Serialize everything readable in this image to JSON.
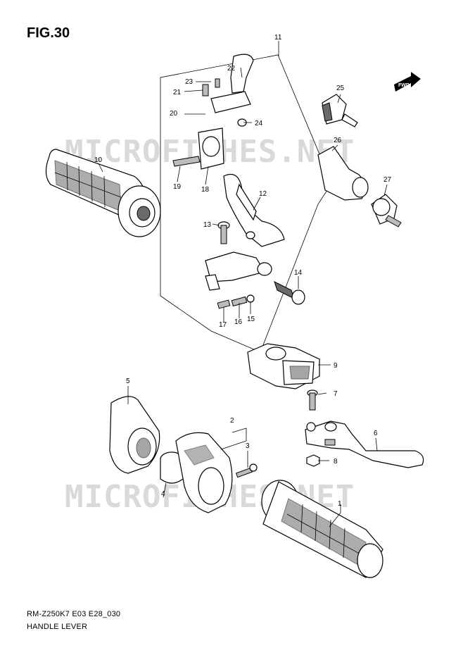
{
  "figure": {
    "title": "FIG.30",
    "code": "RM-Z250K7 E03 E28_030",
    "name": "HANDLE LEVER",
    "watermark": "MICROFICHES.NET",
    "fwd_label": "FWD"
  },
  "callouts": {
    "c1": "1",
    "c2": "2",
    "c3": "3",
    "c4": "4",
    "c5": "5",
    "c6": "6",
    "c7": "7",
    "c8": "8",
    "c9": "9",
    "c10": "10",
    "c11": "11",
    "c12": "12",
    "c13": "13",
    "c14": "14",
    "c15": "15",
    "c16": "16",
    "c17": "17",
    "c18": "18",
    "c19": "19",
    "c20": "20",
    "c21": "21",
    "c22": "22",
    "c23": "23",
    "c24": "24",
    "c25": "25",
    "c26": "26",
    "c27": "27"
  }
}
